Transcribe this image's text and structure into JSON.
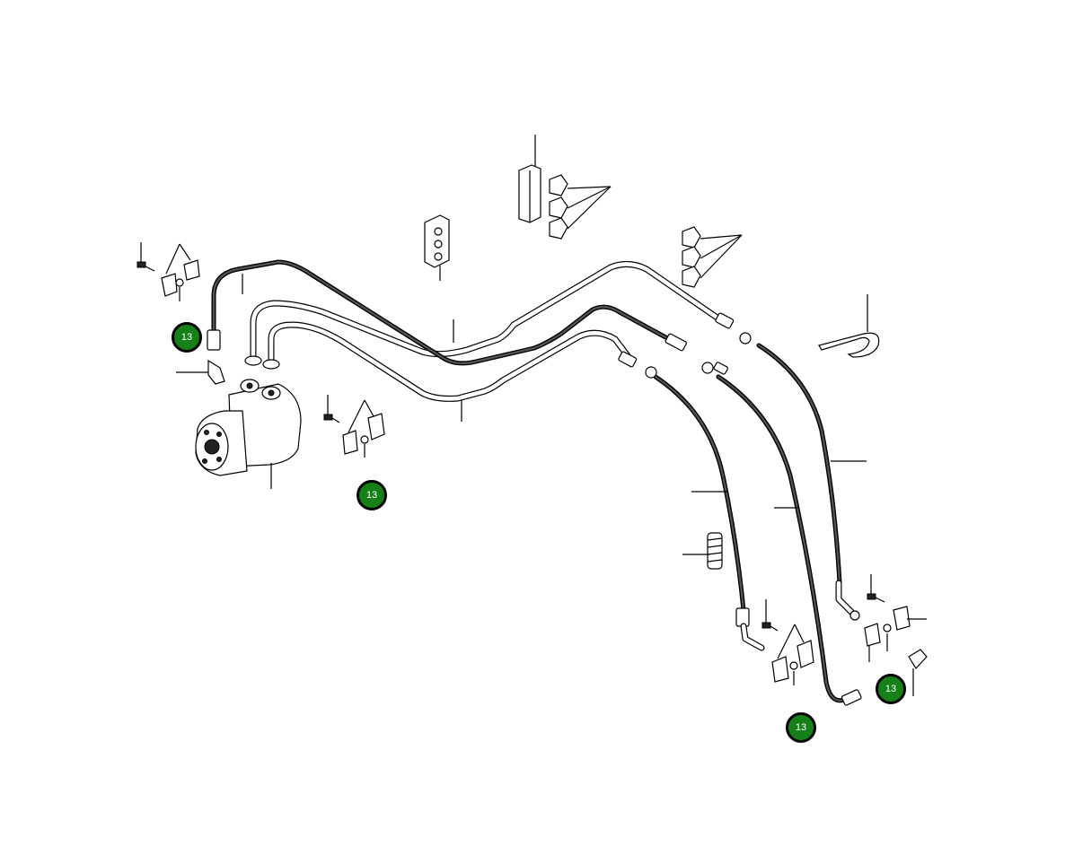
{
  "callouts": [
    {
      "label": "13"
    },
    {
      "label": "13"
    },
    {
      "label": "13"
    },
    {
      "label": "13"
    }
  ],
  "colors": {
    "callout_fill": "#15801a",
    "callout_border": "#000000",
    "line": "#000000",
    "background": "#ffffff"
  }
}
